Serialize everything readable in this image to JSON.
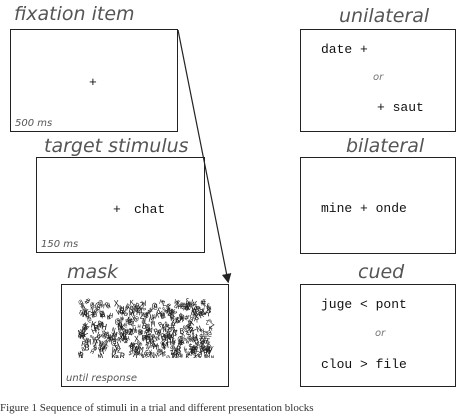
{
  "left_column": {
    "fixation": {
      "title": "fixation item",
      "content": "+",
      "duration": "500 ms"
    },
    "target": {
      "title": "target stimulus",
      "plus": "+",
      "word": "chat",
      "duration": "150 ms"
    },
    "mask": {
      "title": "mask",
      "duration": "until response"
    }
  },
  "right_column": {
    "unilateral": {
      "title": "unilateral",
      "line1": "date +",
      "or": "or",
      "line2": "+ saut"
    },
    "bilateral": {
      "title": "bilateral",
      "line1": "mine + onde"
    },
    "cued": {
      "title": "cued",
      "line1": "juge < pont",
      "or": "or",
      "line2": "clou > file"
    }
  },
  "caption": "Figure 1 Sequence of stimuli in a trial and different presentation blocks"
}
